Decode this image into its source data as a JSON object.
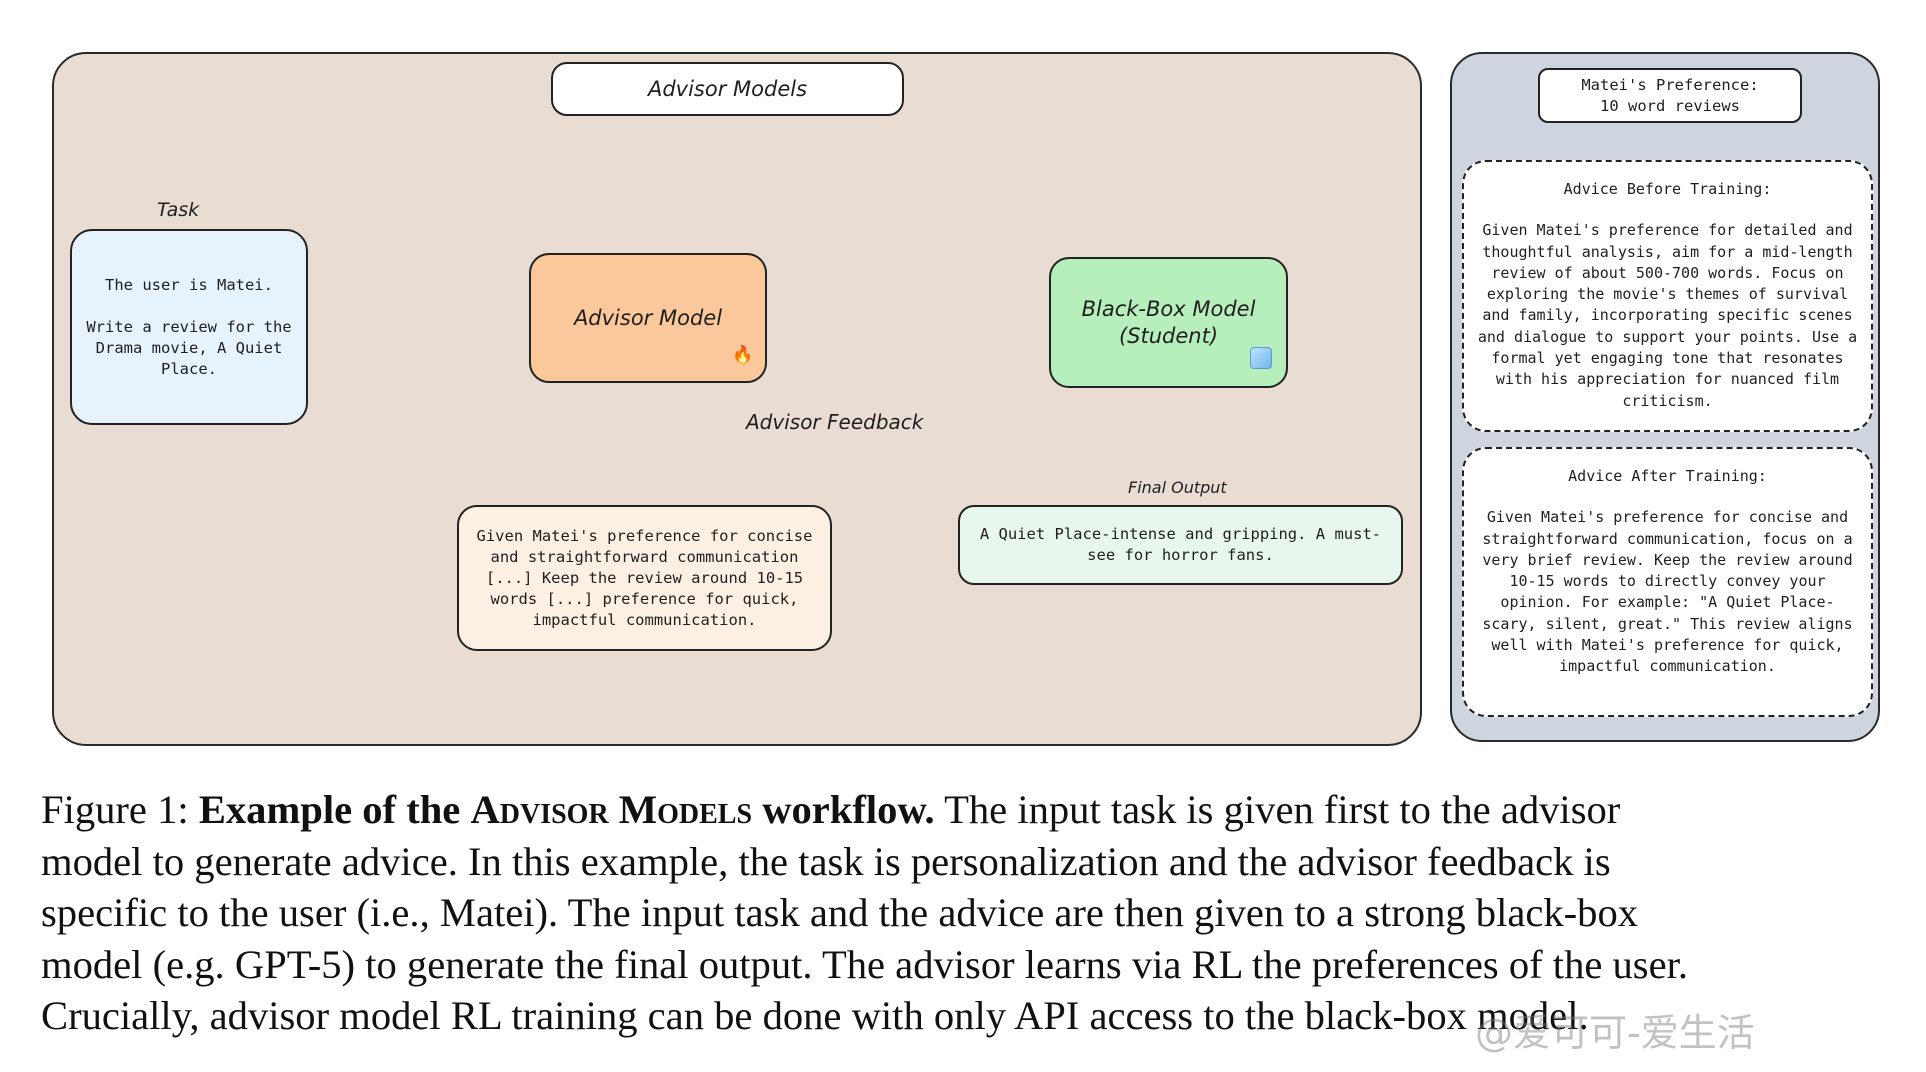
{
  "diagram": {
    "title": "Advisor Models",
    "task_label": "Task",
    "task_box": {
      "line1": "The user is Matei.",
      "line2": "Write a review for the Drama movie, A Quiet Place."
    },
    "advisor_model": "Advisor Model",
    "black_box": {
      "line1": "Black-Box Model",
      "line2": "(Student)"
    },
    "advisor_feedback_label": "Advisor Feedback",
    "advice_text": "Given Matei's preference for concise and straightforward communication [...] Keep the review around 10-15 words [...] preference for quick, impactful communication.",
    "final_output_label": "Final Output",
    "final_output_text": "A Quiet Place-intense and gripping. A must-see for horror fans.",
    "icons": {
      "fire": "fire-icon",
      "ice": "ice-cube-icon"
    }
  },
  "side_panel": {
    "preference": {
      "line1": "Matei's Preference:",
      "line2": "10 word reviews"
    },
    "before": {
      "heading": "Advice Before Training:",
      "text": "Given Matei's preference for detailed and thoughtful analysis, aim for a mid-length review of about 500-700 words. Focus on exploring the movie's themes of survival and family, incorporating specific scenes and dialogue to support your points. Use a formal yet engaging tone that resonates with his appreciation for nuanced film criticism."
    },
    "after": {
      "heading": "Advice After Training:",
      "text": "Given Matei's preference for concise and straightforward communication, focus on a very brief review. Keep the review around 10-15 words to directly convey your opinion. For example: \"A Quiet Place-scary, silent, great.\" This review aligns well with Matei's preference for quick, impactful communication."
    }
  },
  "caption": {
    "prefix": "Figure 1:",
    "bold_1": "Example of the",
    "bold_smallcaps": "Advisor Models",
    "bold_2": "workflow.",
    "line1_rest": "The input task is given first to the advisor",
    "line2": "model to generate advice. In this example, the task is personalization and the advisor feedback is",
    "line3": "specific to the user (i.e., Matei). The input task and the advice are then given to a strong black-box",
    "line4": "model (e.g. GPT-5) to generate the final output. The advisor learns via RL the preferences of the user.",
    "line5": "Crucially, advisor model RL training can be done with only API access to the black-box model."
  },
  "watermark": "@爱可可-爱生活"
}
